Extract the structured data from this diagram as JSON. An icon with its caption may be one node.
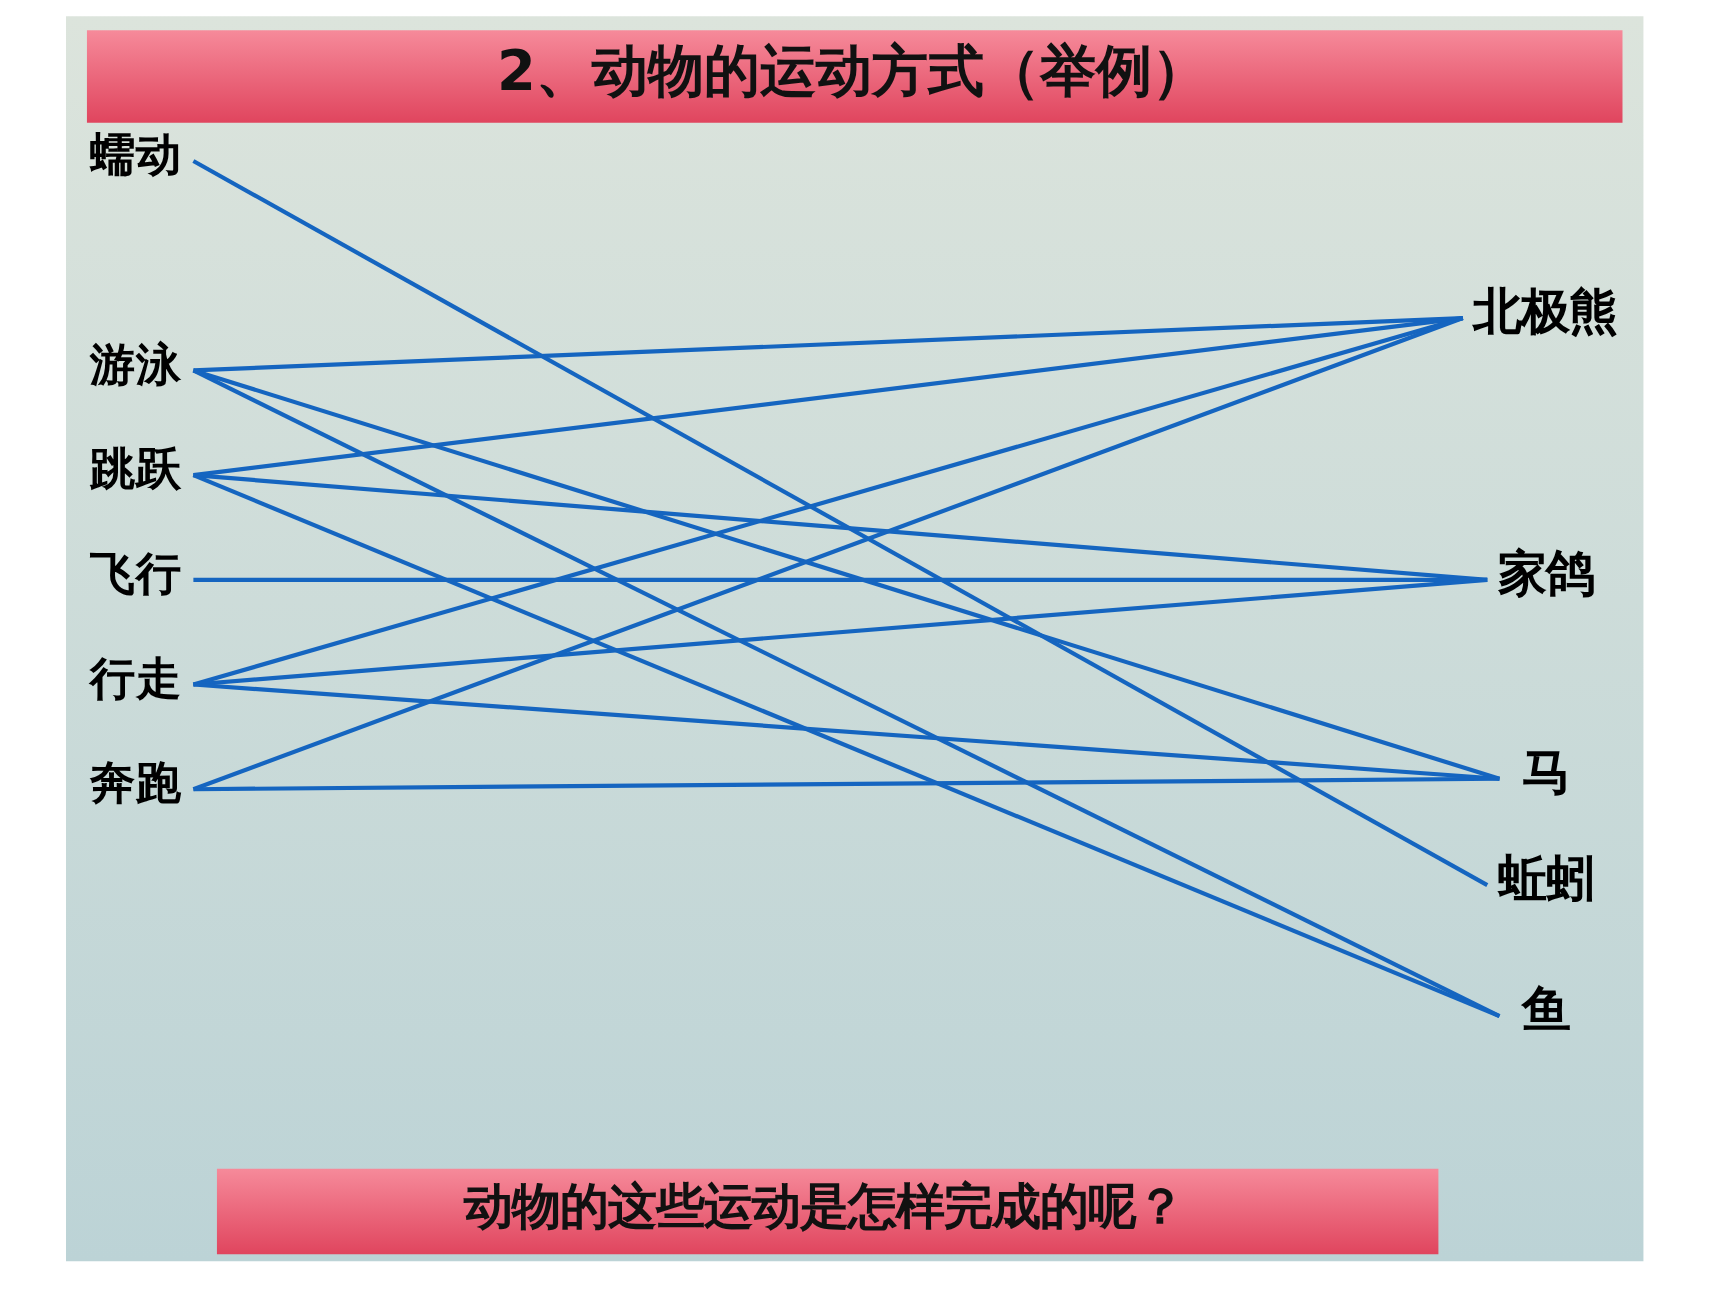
{
  "diagram": {
    "title": "2、动物的运动方式（举例）",
    "nodes": [
      {
        "text": [
          "蠕动"
        ]
      },
      {
        "text": [
          "游泳"
        ]
      },
      {
        "text": [
          "跳跃"
        ]
      },
      {
        "text": [
          "飞行"
        ]
      },
      {
        "text": [
          "行走"
        ]
      },
      {
        "text": [
          "奔跑"
        ]
      },
      {
        "text": [
          "北极熊"
        ]
      },
      {
        "text": [
          "家鸽"
        ]
      },
      {
        "text": [
          "马"
        ]
      },
      {
        "text": [
          "蚯蚓"
        ]
      },
      {
        "text": [
          "鱼"
        ]
      },
      {
        "text": [
          "动物的这些运动是怎样完成的呢？"
        ]
      }
    ],
    "edges": [
      {
        "from": 0,
        "to": 9,
        "arrow": "none"
      },
      {
        "from": 1,
        "to": 6,
        "arrow": "none"
      },
      {
        "from": 1,
        "to": 8,
        "arrow": "none"
      },
      {
        "from": 1,
        "to": 10,
        "arrow": "none"
      },
      {
        "from": 2,
        "to": 6,
        "arrow": "none"
      },
      {
        "from": 2,
        "to": 7,
        "arrow": "none"
      },
      {
        "from": 2,
        "to": 10,
        "arrow": "none"
      },
      {
        "from": 3,
        "to": 7,
        "arrow": "none"
      },
      {
        "from": 4,
        "to": 6,
        "arrow": "none"
      },
      {
        "from": 4,
        "to": 7,
        "arrow": "none"
      },
      {
        "from": 4,
        "to": 8,
        "arrow": "none"
      },
      {
        "from": 5,
        "to": 6,
        "arrow": "none"
      },
      {
        "from": 5,
        "to": 8,
        "arrow": "none"
      }
    ]
  }
}
